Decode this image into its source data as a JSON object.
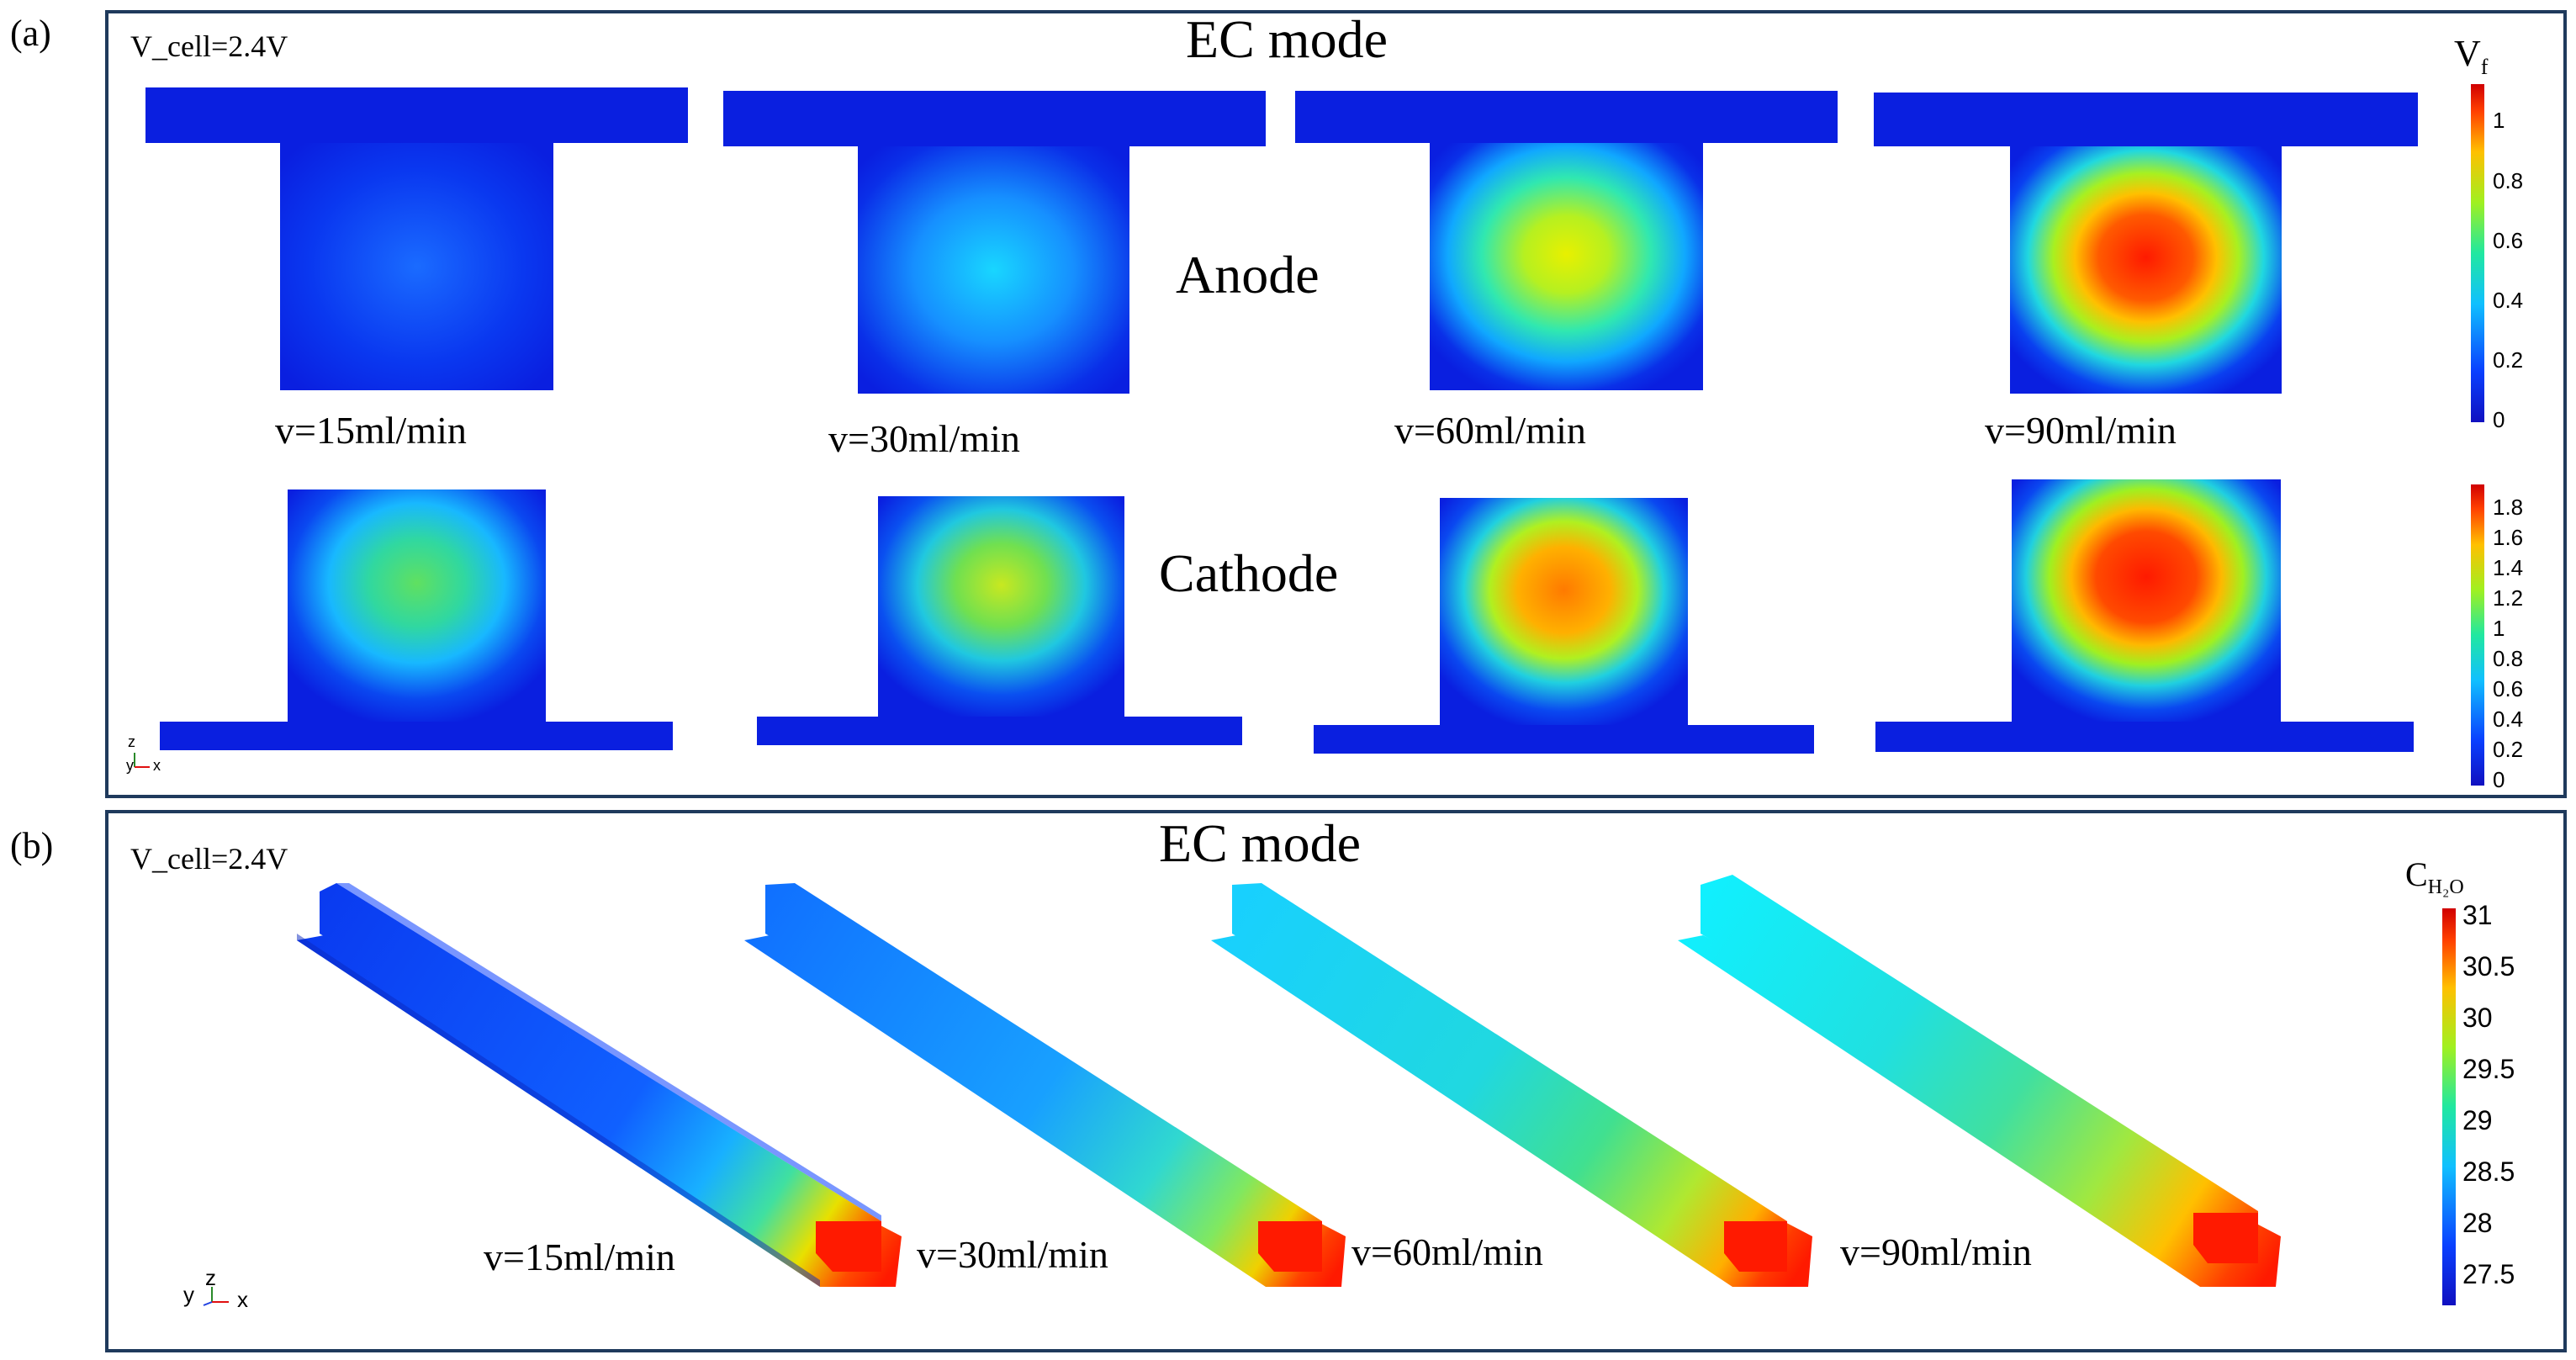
{
  "panel_a": {
    "label": "(a)",
    "title": "EC mode",
    "condition": "V_cell=2.4V",
    "anode_label": "Anode",
    "cathode_label": "Cathode",
    "flow_labels": [
      "v=15ml/min",
      "v=30ml/min",
      "v=60ml/min",
      "v=90ml/min"
    ],
    "colorbar_top": {
      "symbol": "V",
      "subscript": "f",
      "ticks": [
        "1",
        "0.8",
        "0.6",
        "0.4",
        "0.2",
        "0"
      ]
    },
    "colorbar_bottom": {
      "ticks": [
        "1.8",
        "1.6",
        "1.4",
        "1.2",
        "1",
        "0.8",
        "0.6",
        "0.4",
        "0.2",
        "0"
      ]
    },
    "axis_triad": {
      "z": "z",
      "y": "y",
      "x": "x"
    }
  },
  "panel_b": {
    "label": "(b)",
    "title": "EC mode",
    "condition": "V_cell=2.4V",
    "flow_labels": [
      "v=15ml/min",
      "v=30ml/min",
      "v=60ml/min",
      "v=90ml/min"
    ],
    "colorbar": {
      "symbol": "C",
      "subscript": "H₂O",
      "ticks": [
        "31",
        "30.5",
        "30",
        "29.5",
        "29",
        "28.5",
        "28",
        "27.5"
      ]
    },
    "axis_triad": {
      "z": "z",
      "y": "y",
      "x": "x"
    }
  },
  "colors": {
    "frame": "#1f3a5c",
    "min": "#0a1fe0",
    "max": "#ff1a00"
  }
}
